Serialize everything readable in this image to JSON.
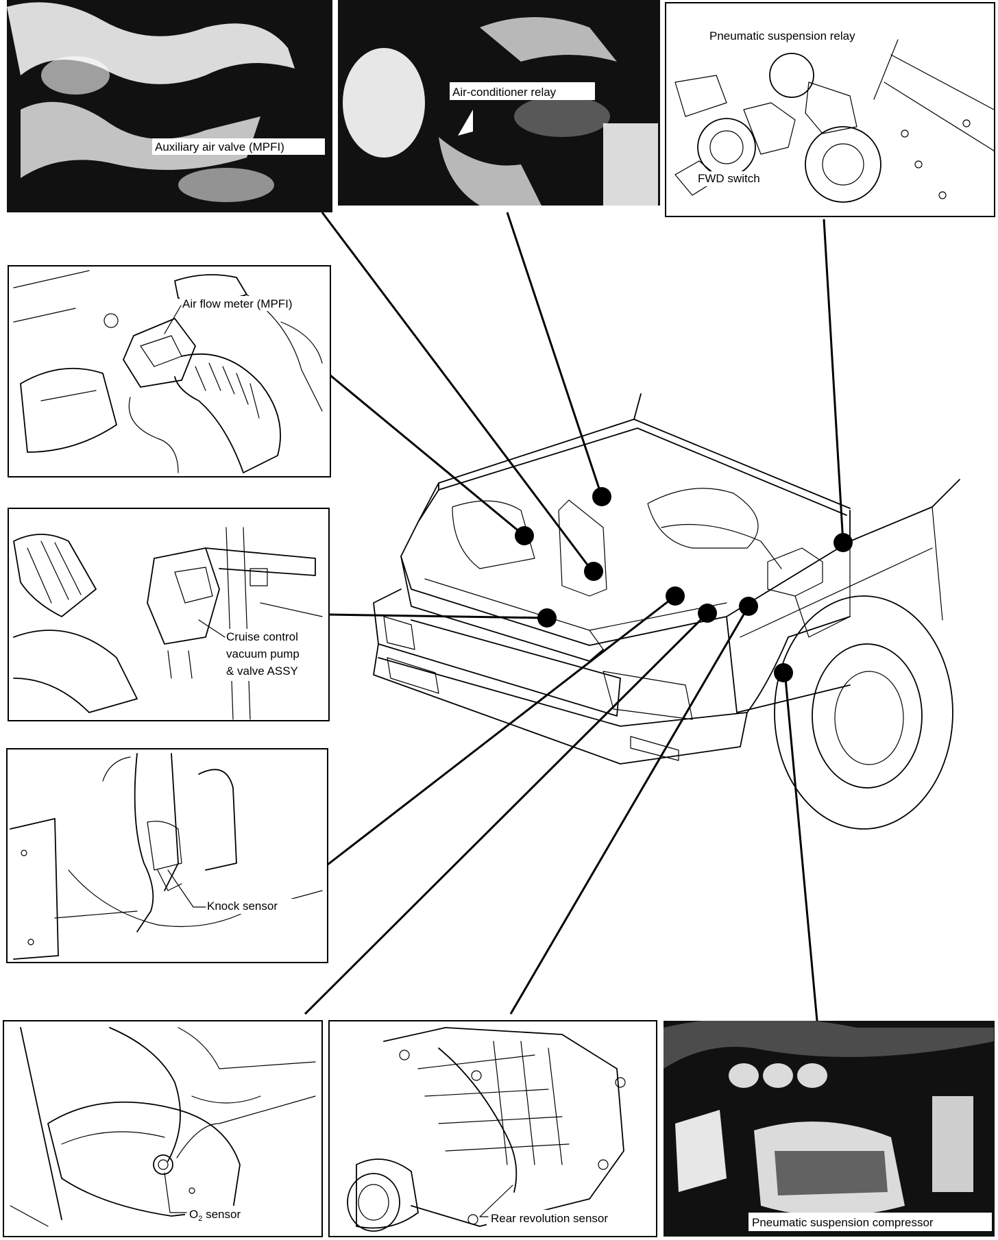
{
  "labels": {
    "auxiliary_air_valve": "Auxiliary air valve (MPFI)",
    "air_conditioner_relay": "Air-conditioner relay",
    "pneumatic_suspension_relay": "Pneumatic suspension relay",
    "fwd_switch": "FWD switch",
    "air_flow_meter": "Air flow meter (MPFI)",
    "cruise_control_line1": "Cruise control",
    "cruise_control_line2": "vacuum pump",
    "cruise_control_line3": "& valve ASSY",
    "knock_sensor": "Knock sensor",
    "o2_sensor_prefix": "O",
    "o2_sensor_subscript": "2",
    "o2_sensor_suffix": " sensor",
    "rear_revolution_sensor": "Rear revolution sensor",
    "pneumatic_suspension_compressor": "Pneumatic suspension compressor"
  }
}
